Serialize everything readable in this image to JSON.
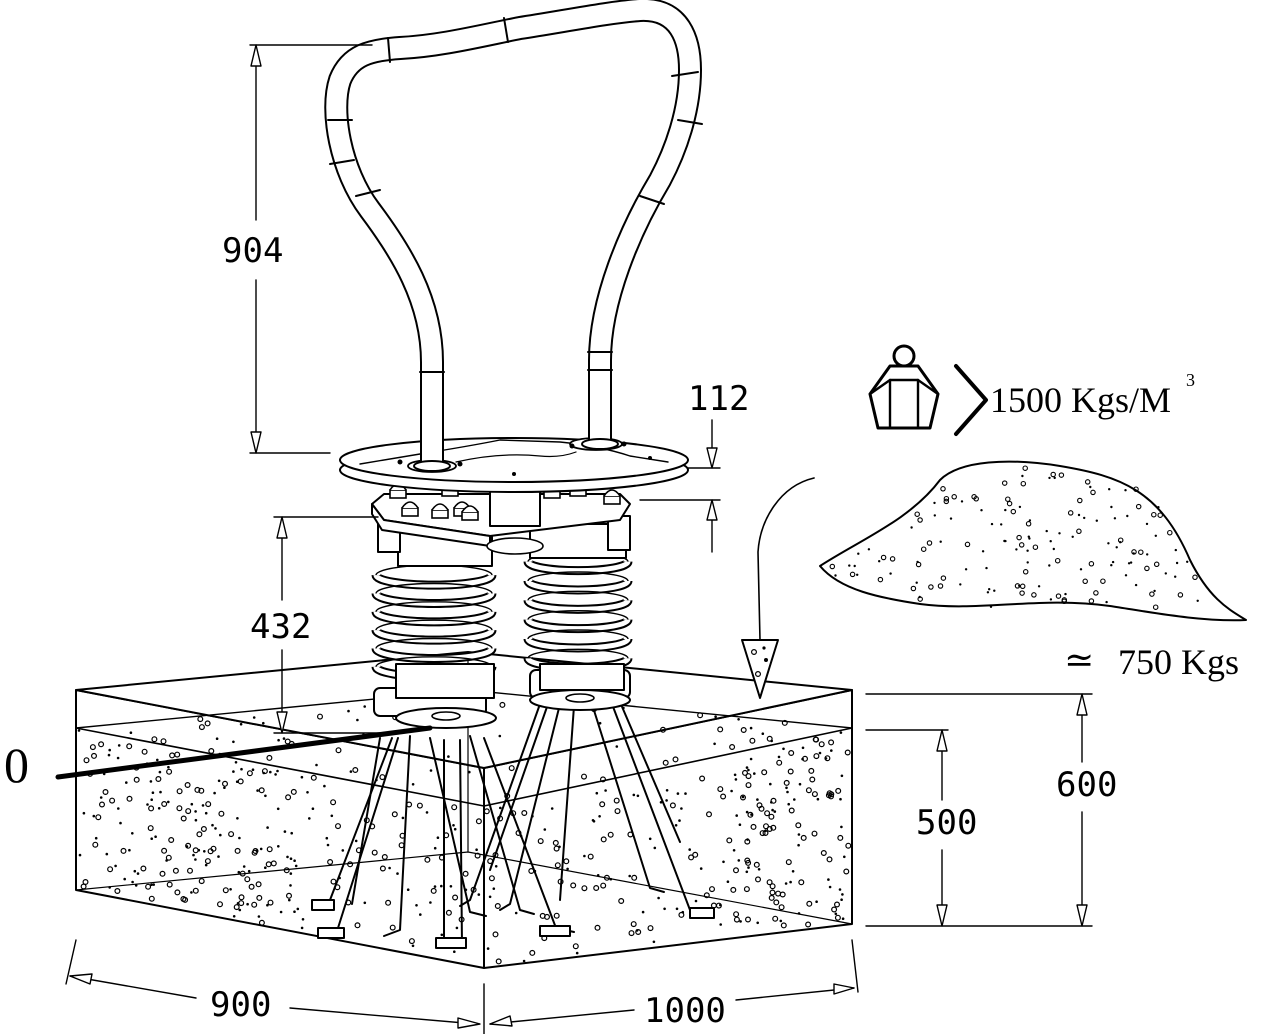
{
  "dimensions": {
    "handle_height": "904",
    "plate_thickness": "112",
    "spring_height": "432",
    "base_width": "900",
    "base_depth": "1000",
    "embed_depth": "500",
    "block_height": "600",
    "ground_level": "0"
  },
  "material": {
    "density_label": "1500 Kgs/M",
    "density_exponent": "3",
    "mass_prefix": "≃",
    "mass_label": "750 Kgs",
    "weight_icon": "weight-icon"
  },
  "colors": {
    "ink": "#000000",
    "paper": "#ffffff"
  }
}
